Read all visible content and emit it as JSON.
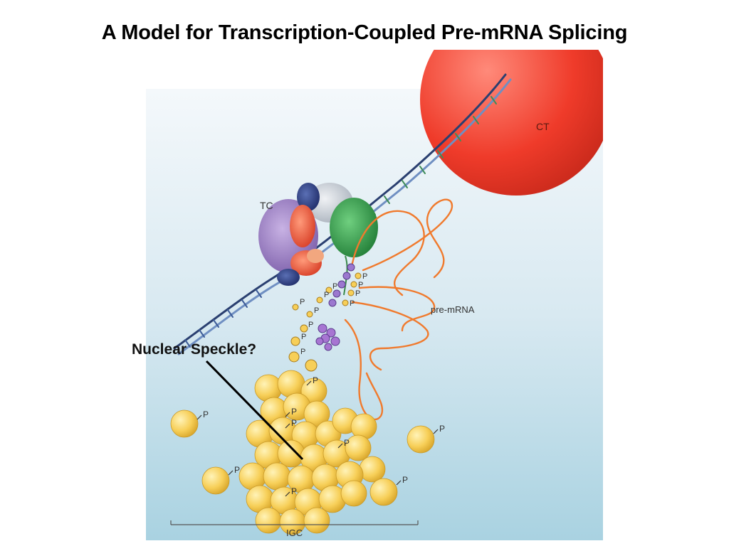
{
  "slide": {
    "title": "A Model for Transcription-Coupled Pre-mRNA Splicing"
  },
  "diagram": {
    "labels": {
      "ct": "CT",
      "tc": "TC",
      "pre_mrna": "pre-mRNA",
      "igc": "IGC",
      "phosphate": "P"
    },
    "callout": "Nuclear Speckle?"
  }
}
